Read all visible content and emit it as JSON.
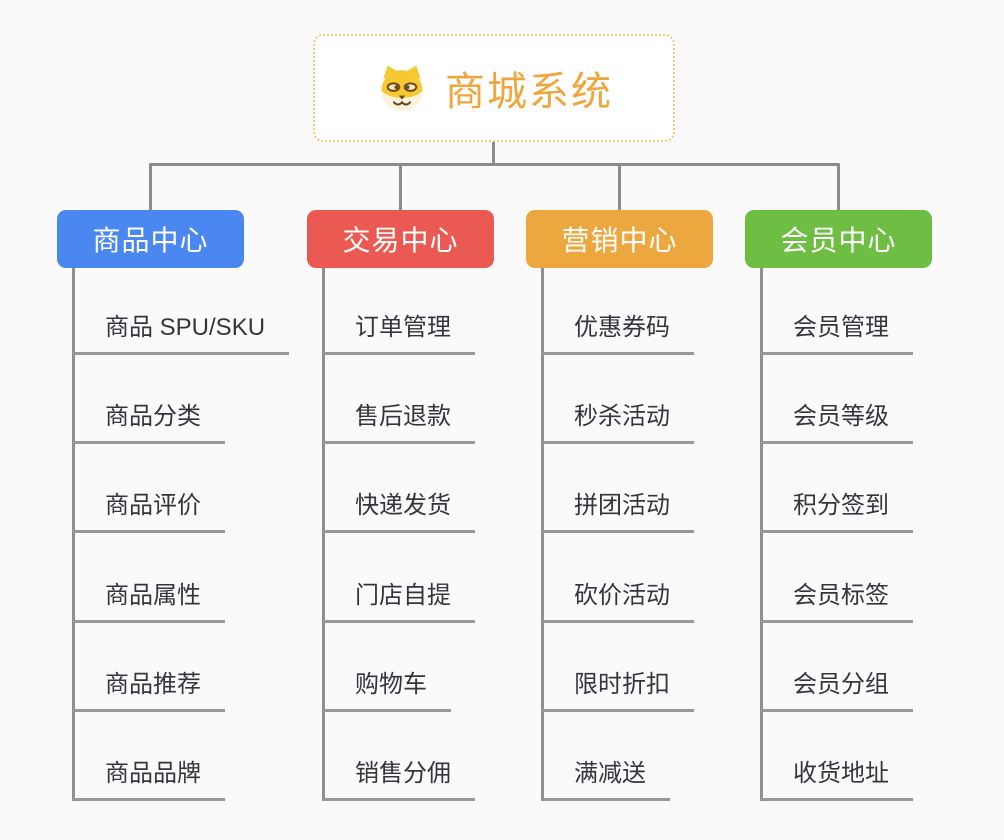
{
  "root": {
    "title": "商城系统",
    "icon": "dog-face-icon",
    "text_color": "#f0a63c",
    "border_color": "#f6c77d"
  },
  "connector_color": "#8c8c8c",
  "branches": [
    {
      "label": "商品中心",
      "color": "#4b87f0",
      "items": [
        "商品 SPU/SKU",
        "商品分类",
        "商品评价",
        "商品属性",
        "商品推荐",
        "商品品牌"
      ]
    },
    {
      "label": "交易中心",
      "color": "#ea5a52",
      "items": [
        "订单管理",
        "售后退款",
        "快递发货",
        "门店自提",
        "购物车",
        "销售分佣"
      ]
    },
    {
      "label": "营销中心",
      "color": "#eca83e",
      "items": [
        "优惠券码",
        "秒杀活动",
        "拼团活动",
        "砍价活动",
        "限时折扣",
        "满减送"
      ]
    },
    {
      "label": "会员中心",
      "color": "#6fbe44",
      "items": [
        "会员管理",
        "会员等级",
        "积分签到",
        "会员标签",
        "会员分组",
        "收货地址"
      ]
    }
  ]
}
